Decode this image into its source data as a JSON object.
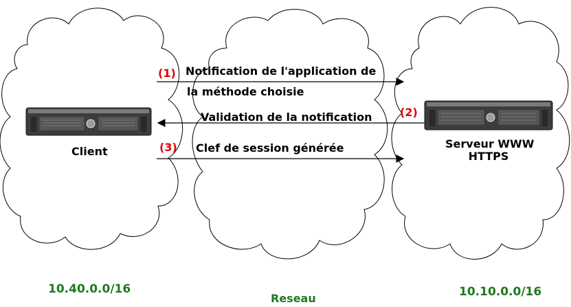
{
  "nodes": {
    "client": {
      "label": "Client",
      "network": "10.40.0.0/16"
    },
    "server": {
      "label_line1": "Serveur WWW",
      "label_line2": "HTTPS",
      "network": "10.10.0.0/16"
    },
    "middle": {
      "network": "Reseau"
    }
  },
  "messages": [
    {
      "step": "(1)",
      "line1": "Notification de l'application de",
      "line2": "la méthode choisie",
      "direction": "client-to-server"
    },
    {
      "step": "(2)",
      "line1": "Validation de la notification",
      "direction": "server-to-client"
    },
    {
      "step": "(3)",
      "line1": "Clef de session générée",
      "direction": "client-to-server"
    }
  ],
  "colors": {
    "step_label": "#e00000",
    "network_label": "#1f7a1f",
    "cloud_outline": "#000000",
    "arrow": "#000000"
  }
}
